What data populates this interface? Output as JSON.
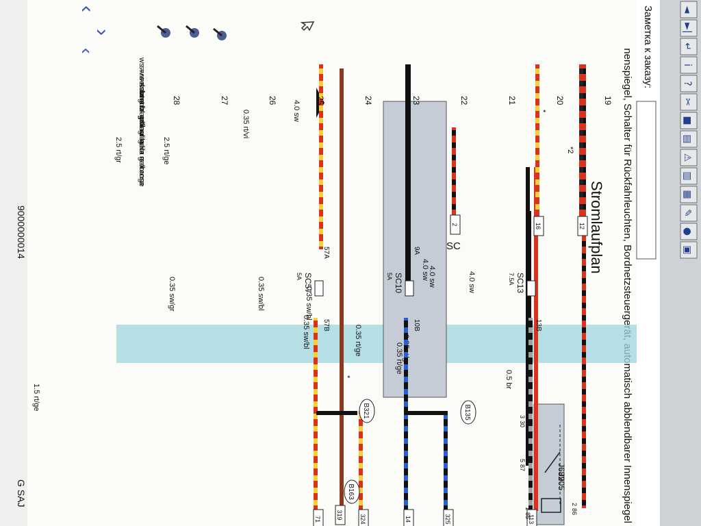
{
  "window": {
    "title": "nenspiegel, Schalter für Rückfahrleuchten, Bordnetzsteuergerät, automatisch abblendbarer Innenspiegel",
    "note_label": "Заметка к заказу:",
    "note_value": ""
  },
  "toolbar": {
    "buttons": [
      {
        "name": "back-button",
        "glyph": "◄"
      },
      {
        "name": "last-button",
        "glyph": "►|"
      },
      {
        "name": "return-button",
        "glyph": "↵"
      },
      {
        "name": "info-button",
        "glyph": "i"
      },
      {
        "name": "help-button",
        "glyph": "?"
      },
      {
        "name": "tools-button",
        "glyph": "✂"
      },
      {
        "name": "book-button",
        "glyph": "■"
      },
      {
        "name": "list-button",
        "glyph": "▤"
      },
      {
        "name": "warning-button",
        "glyph": "⚠"
      },
      {
        "name": "printer-button",
        "glyph": "▥"
      },
      {
        "name": "zoom-button",
        "glyph": "▦"
      },
      {
        "name": "edit-button",
        "glyph": "✎"
      },
      {
        "name": "pin-button",
        "glyph": "●"
      },
      {
        "name": "note-button",
        "glyph": "▣"
      }
    ]
  },
  "diagram": {
    "wires": [
      {
        "label": "0.5 br",
        "terminal": "319"
      },
      {
        "label": "4.0 sw",
        "terminal": ""
      },
      {
        "label": "4.0 sw",
        "terminal": ""
      },
      {
        "label": "4.0 sw",
        "terminal": ""
      },
      {
        "label": "1.5 rt/ge",
        "terminal": ""
      },
      {
        "label": "4.0 sw",
        "terminal": ""
      },
      {
        "label": "0.35 rt/vi",
        "terminal": "2"
      },
      {
        "label": "2.5 rt/ge",
        "terminal": "16"
      },
      {
        "label": "2.5 rt/gr",
        "terminal": "12"
      },
      {
        "label": "0.35 rt/ge",
        "terminal": "71"
      },
      {
        "label": "0.35 rt/ge",
        "terminal": ""
      },
      {
        "label": "0.35 rt/ge",
        "terminal": "324"
      },
      {
        "label": "0.35 sw/bl",
        "terminal": ""
      },
      {
        "label": "0.35 sw/bl",
        "terminal": "14"
      },
      {
        "label": "0.35 sw/bl",
        "terminal": "325"
      },
      {
        "label": "0.35 sw/gr",
        "terminal": "113"
      }
    ],
    "relay_pins": [
      {
        "pin": "2",
        "code": "86"
      },
      {
        "pin": "1",
        "code": "85"
      },
      {
        "pin": "5",
        "code": "87"
      },
      {
        "pin": "3",
        "code": "30"
      }
    ],
    "fuses": [
      {
        "name": "SC57",
        "rating": "5A",
        "in": "57A",
        "out": "57B"
      },
      {
        "name": "SC10",
        "rating": "5A",
        "in": "9A",
        "out": "10B"
      },
      {
        "name": "SC13",
        "rating": "7.5A",
        "in": "",
        "out": "13B"
      }
    ],
    "fuse_box_label": "SC",
    "nodes": [
      "B163",
      "B321",
      "B135"
    ],
    "component_labels": [
      "J682",
      "J905"
    ],
    "markers": [
      "*",
      "*2",
      "*"
    ],
    "grid": [
      "19",
      "20",
      "21",
      "22",
      "23",
      "24",
      "25",
      "26",
      "27",
      "28"
    ],
    "footer_title": "Stromlaufplan",
    "doc_number": "9000000014",
    "corner_text": "G SAJ"
  },
  "legend": [
    {
      "code": "ws",
      "name": "weiss"
    },
    {
      "code": "sw",
      "name": "schwarz"
    },
    {
      "code": "ro",
      "name": "rot"
    },
    {
      "code": "rt",
      "name": "rot"
    },
    {
      "code": "br",
      "name": "braun"
    },
    {
      "code": "gn",
      "name": "grün"
    },
    {
      "code": "bl",
      "name": "blau"
    },
    {
      "code": "gr",
      "name": "grau"
    },
    {
      "code": "li",
      "name": "lila"
    },
    {
      "code": "vi",
      "name": "lila"
    },
    {
      "code": "ge",
      "name": "gelb"
    },
    {
      "code": "or",
      "name": "orange"
    },
    {
      "code": "rs",
      "name": "rosa"
    }
  ],
  "colors": {
    "black": "#111111",
    "red": "#d8331f",
    "yellow": "#f2d23a",
    "blue": "#2a5fd0",
    "violet": "#8a3fb0",
    "grey": "#9aa0a6",
    "brown": "#8b3a20",
    "highlight": "#9fd6df",
    "fusebox": "#c6ccd6"
  }
}
